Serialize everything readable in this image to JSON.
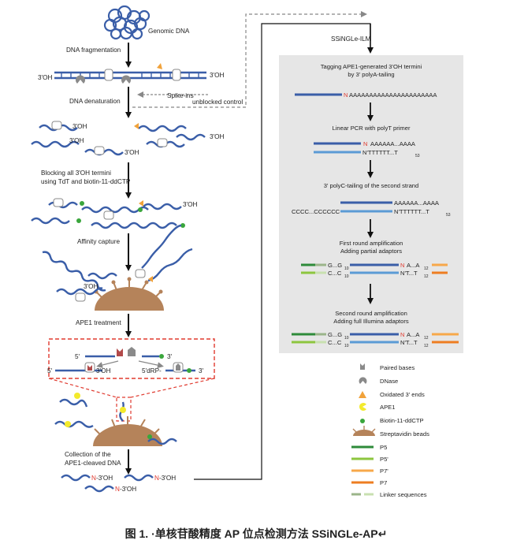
{
  "left": {
    "genomic_dna": "Genomic DNA",
    "dna_fragmentation": "DNA fragmentation",
    "oh3_left": "3'OH",
    "oh3_right": "3'OH",
    "spike_ins": "Spike-ins",
    "dna_denaturation": "DNA denaturation",
    "unblocked_control": "unblocked control",
    "oh3_a": "3'OH",
    "oh3_b": "3'OH",
    "oh3_c": "3'OH",
    "oh3_d": "3'OH",
    "blocking_line1": "Blocking all 3'OH termini",
    "blocking_line2": "using TdT and biotin-11-ddCTP",
    "oh3_e": "3'OH",
    "affinity_capture": "Affinity capture",
    "oh3_f": "3'OH",
    "ape1_treatment": "APE1 treatment",
    "zoom_5p_top": "5'",
    "zoom_3p_top": "3'",
    "zoom_5p_bottom": "5'",
    "zoom_3oh": "3'OH",
    "zoom_5drp": "5'dRP-",
    "zoom_3p_bottom": "3'",
    "collection_line1": "Collection of the",
    "collection_line2": "APE1-cleaved DNA",
    "n_3oh_1": "-3'OH",
    "n_3oh_2": "-3'OH",
    "n_3oh_3": "-3'OH",
    "n_letter": "N"
  },
  "right": {
    "ssingle_ilm": "SSiNGLe-ILM",
    "step1_line1": "Tagging APE1-generated 3'OH termini",
    "step1_line2": "by 3' polyA-tailing",
    "polyA_long": "AAAAAAAAAAAAAAAAAAAAAA",
    "step2": "Linear PCR with polyT primer",
    "seq_a_top": "AAAAAA...AAAA",
    "seq_t_mid": "N'TTTTTT...T",
    "sub_53": "53",
    "step3": "3' polyC-tailing of the second strand",
    "seq_a_top2": "AAAAAA...AAAA",
    "seq_c_left": "CCCC...CCCCCC",
    "seq_t_mid2": "N'TTTTTT...T",
    "step4_line1": "First round amplification",
    "step4_line2": "Adding partial adaptors",
    "g_seq": "G...G",
    "c_seq": "C...C",
    "sub_10": "10",
    "a_seq": "A...A",
    "t_seq": "N'T...T",
    "sub_12": "12",
    "step5_line1": "Second round amplification",
    "step5_line2": "Adding full Illumina adaptors"
  },
  "legend": {
    "items": [
      {
        "label": "Paired bases",
        "icon": "paired-bases-icon"
      },
      {
        "label": "DNase",
        "icon": "dnase-icon"
      },
      {
        "label": "Oxidated 3' ends",
        "icon": "oxidated-end-icon"
      },
      {
        "label": "APE1",
        "icon": "ape1-icon"
      },
      {
        "label": "Biotin-11-ddCTP",
        "icon": "biotin-icon"
      },
      {
        "label": "Streptavidin beads",
        "icon": "streptavidin-bead-icon"
      },
      {
        "label": "P5",
        "icon": "p5-line-icon"
      },
      {
        "label": "P5'",
        "icon": "p5-prime-line-icon"
      },
      {
        "label": "P7'",
        "icon": "p7-prime-line-icon"
      },
      {
        "label": "P7",
        "icon": "p7-line-icon"
      },
      {
        "label": "Linker sequences",
        "icon": "linker-line-icon"
      }
    ]
  },
  "caption": "图 1. ·单核苷酸精度 AP 位点检测方法 SSiNGLe-AP↵",
  "colors": {
    "dna": "#3a5ea8",
    "dna_light": "#5b9bd5",
    "red": "#e03a2f",
    "green": "#3aa63c",
    "yellow": "#f3ea2c",
    "orange": "#f1a23a",
    "bead": "#b5835a",
    "gray_box": "#e6e6e6",
    "p5": "#2e8b3a",
    "p5p": "#8dc63f",
    "p7p": "#f7a84a",
    "p7": "#ee7d22",
    "linker_dark": "#9bb58a",
    "linker_light": "#c8e0b0"
  }
}
